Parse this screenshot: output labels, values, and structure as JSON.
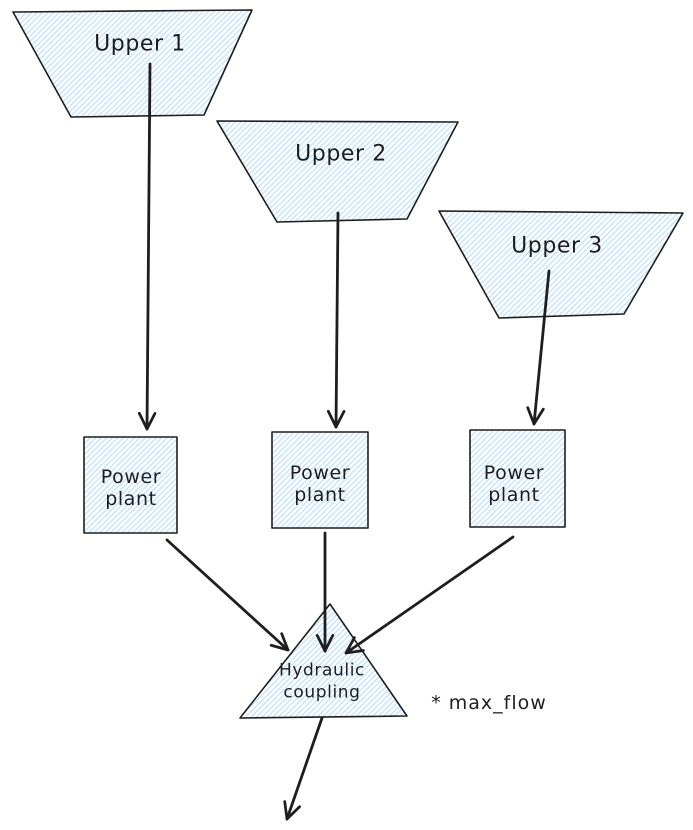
{
  "diagram": {
    "nodes": {
      "upper1": {
        "label": "Upper 1",
        "shape": "trapezoid"
      },
      "upper2": {
        "label": "Upper 2",
        "shape": "trapezoid"
      },
      "upper3": {
        "label": "Upper 3",
        "shape": "trapezoid"
      },
      "plant1": {
        "line1": "Power",
        "line2": "plant",
        "shape": "square"
      },
      "plant2": {
        "line1": "Power",
        "line2": "plant",
        "shape": "square"
      },
      "plant3": {
        "line1": "Power",
        "line2": "plant",
        "shape": "square"
      },
      "coupling": {
        "line1": "Hydraulic",
        "line2": "coupling",
        "shape": "triangle"
      }
    },
    "edges": [
      {
        "from": "upper1",
        "to": "plant1"
      },
      {
        "from": "upper2",
        "to": "plant2"
      },
      {
        "from": "upper3",
        "to": "plant3"
      },
      {
        "from": "plant1",
        "to": "coupling"
      },
      {
        "from": "plant2",
        "to": "coupling"
      },
      {
        "from": "plant3",
        "to": "coupling"
      },
      {
        "from": "coupling",
        "to": "outflow"
      }
    ],
    "annotation": "* max_flow",
    "colors": {
      "stroke": "#1e1e1e",
      "hatch_fill": "#a5d8ff",
      "background": "#ffffff"
    }
  }
}
